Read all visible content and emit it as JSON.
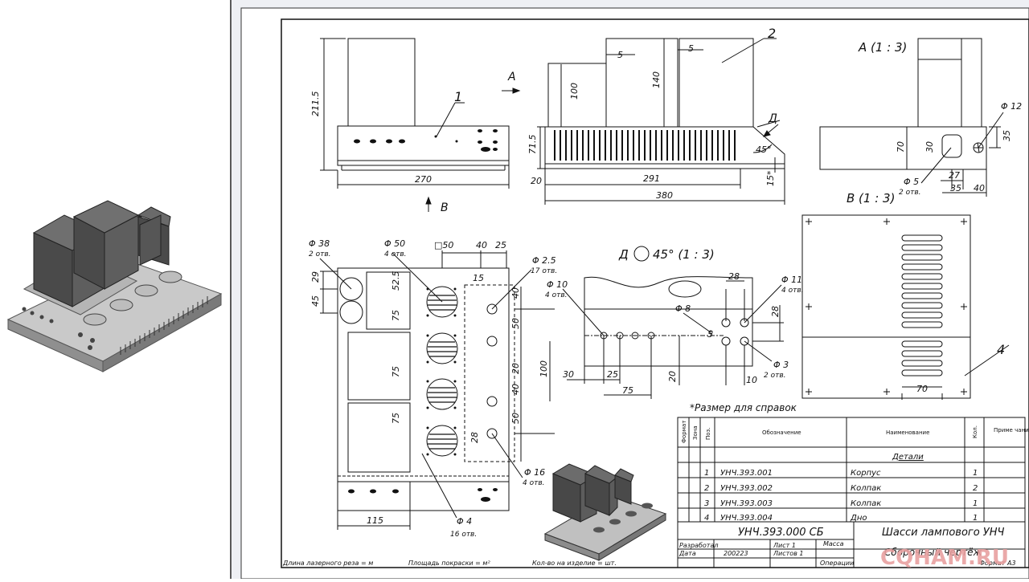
{
  "sheet": {
    "view_labels": {
      "view_a": "A (1 : 3)",
      "view_b": "B (1 : 3)",
      "detail_d": "Д",
      "detail_d_angle": "45° (1 : 3)",
      "arrow_a": "A",
      "arrow_b": "B",
      "arrow_d": "Д"
    },
    "callouts": [
      "1",
      "2",
      "4"
    ],
    "dims": {
      "front_height": "211.5",
      "front_width": "270",
      "side_100": "100",
      "side_140": "140",
      "side_5a": "5",
      "side_5b": "5",
      "side_715": "71.5",
      "side_20": "20",
      "side_291": "291",
      "side_380": "380",
      "side_45deg": "45°",
      "side_15": "15*",
      "a_70": "70",
      "a_30": "30",
      "a_35v": "35",
      "a_phi12": "Φ 12",
      "a_phi5": "Φ 5",
      "a_2otv": "2 отв.",
      "a_27": "27",
      "a_35": "35",
      "a_40": "40",
      "top_phi38": "Φ 38",
      "top_phi38_n": "2 отв.",
      "top_phi50": "Φ 50",
      "top_phi50_n": "4 отв.",
      "top_sq50": "□50",
      "top_40": "40",
      "top_25": "25",
      "top_phi25": "Φ 2.5",
      "top_phi25_n": "17 отв.",
      "top_15": "15",
      "top_29": "29",
      "top_45": "45",
      "top_525": "52.5",
      "top_75a": "75",
      "top_75b": "75",
      "top_75c": "75",
      "top_40a": "40",
      "top_50a": "50",
      "top_20": "20",
      "top_100": "100",
      "top_40b": "40",
      "top_50b": "50",
      "top_28": "28",
      "top_phi16": "Φ 16",
      "top_phi16_n": "4 отв.",
      "top_phi4": "Φ 4",
      "top_phi4_n": "16 отв.",
      "top_115": "115",
      "d_phi10": "Φ 10",
      "d_phi10_n": "4 отв.",
      "d_phi8": "Φ 8",
      "d_5": "5",
      "d_28a": "28",
      "d_phi11": "Φ 11",
      "d_phi11_n": "4 отв.",
      "d_28b": "28",
      "d_phi3": "Φ 3",
      "d_phi3_n": "2 отв.",
      "d_30": "30",
      "d_25": "25",
      "d_75": "75",
      "d_20": "20",
      "d_10": "10",
      "b_70": "70"
    },
    "note": "*Размер для справок",
    "table": {
      "headers": [
        "Формат",
        "Зона",
        "Поз.",
        "Обозначение",
        "Наименование",
        "Кол.",
        "Приме чание"
      ],
      "section": "Детали",
      "rows": [
        {
          "pos": "1",
          "code": "УНЧ.393.001",
          "name": "Корпус",
          "qty": "1"
        },
        {
          "pos": "2",
          "code": "УНЧ.393.002",
          "name": "Колпак",
          "qty": "2"
        },
        {
          "pos": "3",
          "code": "УНЧ.393.003",
          "name": "Колпак",
          "qty": "1"
        },
        {
          "pos": "4",
          "code": "УНЧ.393.004",
          "name": "Дно",
          "qty": "1"
        }
      ]
    },
    "title_block": {
      "doc_code": "УНЧ.393.000  СБ",
      "title": "Шасси лампового УНЧ",
      "subtitle": "Сборочный чертёж",
      "developer_label": "Разработал",
      "date_label": "Дата",
      "date_value": "200223",
      "sheet_label": "Лист 1",
      "sheets_label": "Листов 1",
      "mass_label": "Масса",
      "ops_label": "Операции",
      "format_label": "Формат А3"
    },
    "footer": {
      "cut_length": "Длина лазерного реза = м",
      "paint_area": "Площадь покраски = м²",
      "qty_per_item": "Кол-во на изделие = шт."
    }
  },
  "watermark": "CQHAM.RU"
}
